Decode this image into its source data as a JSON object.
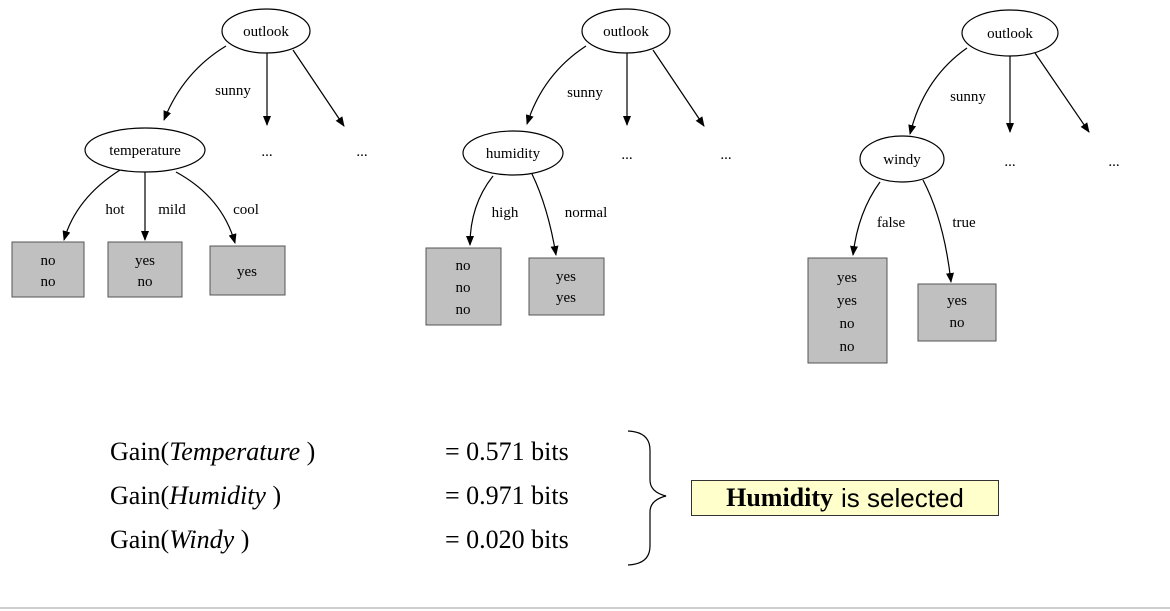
{
  "trees": [
    {
      "root": "outlook",
      "branch": "sunny",
      "others": [
        "...",
        "..."
      ],
      "split": "temperature",
      "edges": [
        "hot",
        "mild",
        "cool"
      ],
      "leaves": [
        [
          "no",
          "no"
        ],
        [
          "yes",
          "no"
        ],
        [
          "yes"
        ]
      ]
    },
    {
      "root": "outlook",
      "branch": "sunny",
      "others": [
        "...",
        "..."
      ],
      "split": "humidity",
      "edges": [
        "high",
        "normal"
      ],
      "leaves": [
        [
          "no",
          "no",
          "no"
        ],
        [
          "yes",
          "yes"
        ]
      ]
    },
    {
      "root": "outlook",
      "branch": "sunny",
      "others": [
        "...",
        "..."
      ],
      "split": "windy",
      "edges": [
        "false",
        "true"
      ],
      "leaves": [
        [
          "yes",
          "yes",
          "no",
          "no"
        ],
        [
          "yes",
          "no"
        ]
      ]
    }
  ],
  "gains": [
    {
      "fn": "Gain(",
      "attr": "Temperature",
      "close": " )",
      "value": "= 0.571 bits"
    },
    {
      "fn": "Gain(",
      "attr": "Humidity",
      "close": " )",
      "value": "= 0.971 bits"
    },
    {
      "fn": "Gain(",
      "attr": "Windy",
      "close": " )",
      "value": "= 0.020 bits"
    }
  ],
  "selected": {
    "attribute": "Humidity",
    "text": "is selected"
  },
  "colors": {
    "leaf_fill": "#c0c0c0",
    "highlight": "#ffffcc"
  }
}
